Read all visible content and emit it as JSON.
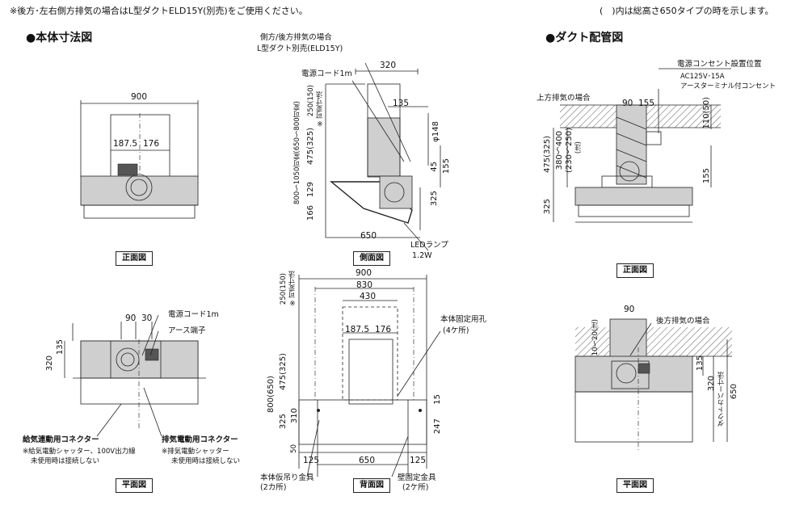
{
  "top_note_left": "※後方･左右側方排気の場合はL型ダクトELD15Y(別売)をご使用ください。",
  "top_note_right": "(　)内は総高さ650タイプの時を示します。",
  "section_body": "●本体寸法図",
  "section_duct": "●ダクト配管図",
  "front": {
    "caption": "正面図",
    "dim_width": "900",
    "dim_left": "187.5",
    "dim_right": "176"
  },
  "side": {
    "caption": "側面図",
    "label_l_duct_1": "側方/後方排気の場合",
    "label_l_duct_2": "L型ダクト別売(ELD15Y)",
    "label_cord": "電源コード1m",
    "dim_320": "320",
    "dim_135": "135",
    "dim_phi148": "φ148",
    "dim_45": "45",
    "dim_155": "155",
    "dim_325": "325",
    "dim_650": "650",
    "vert_250": "250(150)",
    "vert_kahen": "※可変寸法",
    "vert_475": "475(325)",
    "vert_800": "800～1050可変(650～800可変)",
    "vert_129": "129",
    "vert_166": "166",
    "led_1": "LEDランプ",
    "led_2": "1.2W"
  },
  "plan": {
    "caption": "平面図",
    "dim_90": "90",
    "dim_30": "30",
    "label_cord": "電源コード1m",
    "label_earth": "アース端子",
    "dim_135": "135",
    "dim_320": "320",
    "label_supply": "給気連動用コネクター",
    "note_supply_1": "※給気電動シャッター、100V出力線",
    "note_supply_2": "未使用時は接続しない",
    "label_exhaust": "排気電動用コネクター",
    "note_exhaust_1": "※排気電動シャッター",
    "note_exhaust_2": "未使用時は接続しない"
  },
  "back": {
    "caption": "背面図",
    "dim_900": "900",
    "dim_830": "830",
    "dim_430": "430",
    "dim_1875": "187.5",
    "dim_176": "176",
    "vert_250": "250(150)",
    "vert_kahen": "※可変寸法",
    "vert_475": "475(325)",
    "vert_800": "800(650)",
    "vert_325": "325",
    "vert_310": "310",
    "vert_50": "50",
    "dim_15": "15",
    "dim_247": "247",
    "dim_125_l": "125",
    "dim_650": "650",
    "dim_125_r": "125",
    "label_fix_hole": "本体固定用孔",
    "label_fix_hole_n": "(4ケ所)",
    "label_temp": "本体仮吊り金具",
    "label_temp_n": "(2カ所)",
    "label_wall": "壁固定金具",
    "label_wall_n": "(2ケ所)"
  },
  "duct_front": {
    "caption": "正面図",
    "label_outlet": "電源コンセント設置位置",
    "label_ac": "AC125V･15A",
    "label_earth_outlet": "アースターミナル付コンセント",
    "label_top": "上方排気の場合",
    "dim_90": "90",
    "dim_155": "155",
    "vert_110": "110(50)",
    "vert_475": "475(325)",
    "vert_380": "380～400",
    "vert_230": "(230～250)",
    "vert_chu": "(注)",
    "vert_155": "155",
    "vert_325": "325"
  },
  "duct_plan": {
    "caption": "平面図",
    "dim_90": "90",
    "label_rear": "後方排気の場合",
    "vert_10": "10～20(注)",
    "vert_135": "135",
    "vert_320": "320",
    "vert_cover": "ダクトカバー寸法",
    "vert_650": "650"
  }
}
